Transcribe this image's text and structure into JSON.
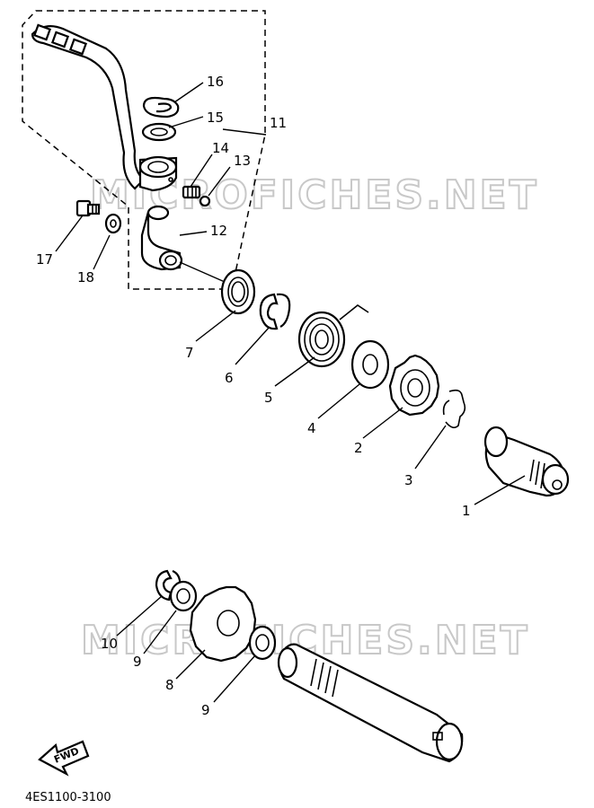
{
  "watermark": "MICROFICHES.NET",
  "diagram_code": "4ES1100-3100",
  "direction_label": "FWD",
  "callouts": [
    "1",
    "2",
    "3",
    "4",
    "5",
    "6",
    "7",
    "8",
    "9",
    "9",
    "10",
    "11",
    "12",
    "13",
    "14",
    "15",
    "16",
    "17",
    "18"
  ]
}
